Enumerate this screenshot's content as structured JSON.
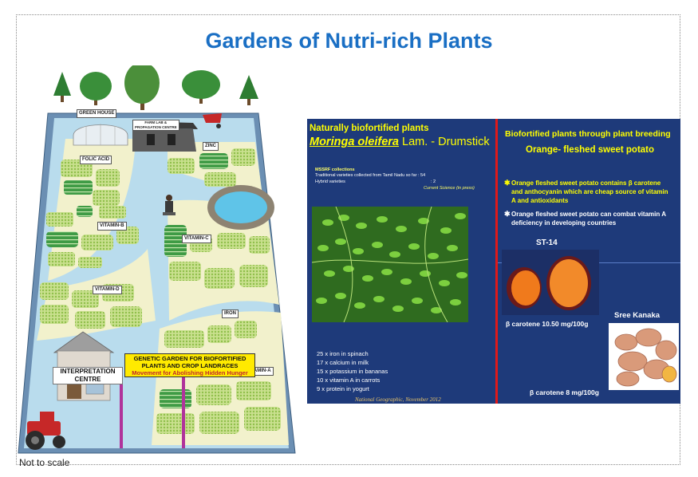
{
  "title": "Gardens of Nutri-rich Plants",
  "scale_note": "Not to scale",
  "map": {
    "labels": {
      "green_house": "GREEN HOUSE",
      "farm_lab_1": "FARM LAB &",
      "farm_lab_2": "PROPAGATION CENTRE",
      "zinc": "ZINC",
      "folic_acid": "FOLIC ACID",
      "vitamin_b": "VITAMIN-B",
      "vitamin_c": "VITAMIN-C",
      "vitamin_d": "VITAMIN-D",
      "iron": "IRON",
      "vitamin_a": "VITAMIN-A",
      "interpretation_centre": "INTERPRETATION CENTRE"
    },
    "sign": {
      "line1": "GENETIC GARDEN FOR BIOFORTIFIED",
      "line2": "PLANTS AND CROP LANDRACES",
      "line3": "Movement for Abolishing Hidden Hunger"
    }
  },
  "panel": {
    "left": {
      "heading": "Naturally biofortified plants",
      "species": "Moringa oleifera",
      "species_rest": " Lam. - Drumstick",
      "mssrf": "MSSRF collections",
      "traditional": "Traditional varieties collected from Tamil Nadu so far : 54",
      "hybrid_label": "Hybrid varieties",
      "hybrid_value": ": 2",
      "current_science": "Current Science (in press)",
      "facts": [
        "25 x iron in spinach",
        "17 x calcium in milk",
        "15 x potassium in bananas",
        "10 x vitamin A in carrots",
        "9 x protein in yogurt"
      ],
      "source": "National Geographic, November 2012"
    },
    "right": {
      "heading": "Biofortified plants through plant breeding",
      "subheading": "Orange- fleshed sweet potato",
      "bullet1": "Orange fleshed sweet potato contains β carotene and anthocyanin which are cheap source of vitamin A and antioxidants",
      "bullet2": "Orange fleshed sweet potato can combat vitamin A deficiency in  developing countries",
      "bullet_glyph": "✱",
      "variety1": "ST-14",
      "variety1_value": "β carotene 10.50 mg/100g",
      "variety2": "Sree Kanaka",
      "variety2_value": "β carotene 8 mg/100g"
    }
  },
  "colors": {
    "title": "#1a6fc4",
    "panel_bg": "#1e3a7a",
    "panel_accent": "#ffff00",
    "divider": "#e01919",
    "path": "#b9dced",
    "bed_light": "#bcd97f",
    "bed_dark": "#2f8f3a"
  }
}
